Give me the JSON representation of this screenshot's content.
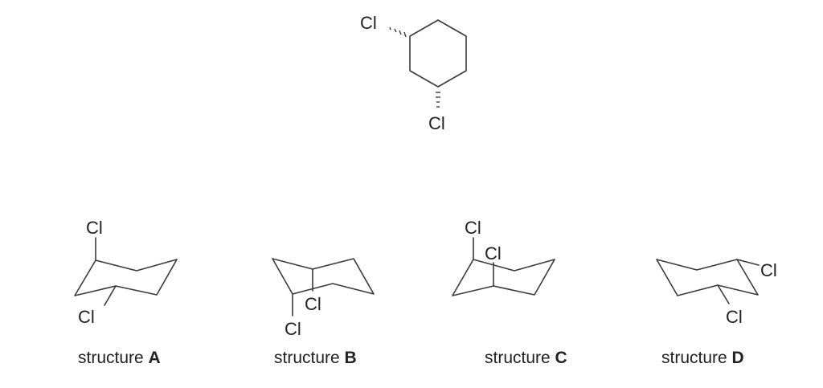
{
  "figure": {
    "top_molecule": {
      "name": "1,3-dichlorocyclohexane (hashed wedges)",
      "substituents": [
        {
          "atom": "Cl",
          "bond": "hash"
        },
        {
          "atom": "Cl",
          "bond": "hash"
        }
      ]
    },
    "structures": [
      {
        "caption_prefix": "structure",
        "letter": "A",
        "atoms": [
          "Cl",
          "Cl"
        ]
      },
      {
        "caption_prefix": "structure",
        "letter": "B",
        "atoms": [
          "Cl",
          "Cl"
        ]
      },
      {
        "caption_prefix": "structure",
        "letter": "C",
        "atoms": [
          "Cl",
          "Cl"
        ]
      },
      {
        "caption_prefix": "structure",
        "letter": "D",
        "atoms": [
          "Cl",
          "Cl"
        ]
      }
    ]
  }
}
